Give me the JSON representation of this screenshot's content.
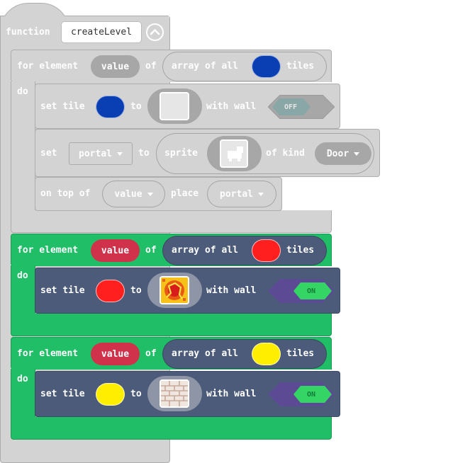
{
  "function_block": {
    "keyword": "function",
    "name": "createLevel",
    "collapse_icon": "chevron-up-icon"
  },
  "loops": [
    {
      "theme": "gray",
      "for_label": "for element",
      "var_label": "value",
      "of_label": "of",
      "array_label": "array of all",
      "tile_color": "#0a3fb4",
      "tiles_label": "tiles",
      "do_label": "do",
      "set_tile": {
        "label": "set tile",
        "chip_color": "#0a3fb4",
        "to_label": "to",
        "image": "blank-tile-icon",
        "wall_label": "with wall",
        "toggle": "OFF"
      },
      "set_sprite": {
        "label": "set",
        "var": "portal",
        "to_label": "to",
        "sprite_label": "sprite",
        "image": "portal-sprite-icon",
        "kind_label": "of kind",
        "kind": "Door"
      },
      "on_top": {
        "label": "on top of",
        "target": "value",
        "place_label": "place",
        "sprite": "portal"
      }
    },
    {
      "theme": "green",
      "for_label": "for element",
      "var_label": "value",
      "of_label": "of",
      "array_label": "array of all",
      "tile_color": "#ff1f1f",
      "tiles_label": "tiles",
      "do_label": "do",
      "set_tile": {
        "label": "set tile",
        "chip_color": "#ff1f1f",
        "to_label": "to",
        "image": "lava-tile-icon",
        "wall_label": "with wall",
        "toggle": "ON"
      }
    },
    {
      "theme": "green",
      "for_label": "for element",
      "var_label": "value",
      "of_label": "of",
      "array_label": "array of all",
      "tile_color": "#ffee00",
      "tiles_label": "tiles",
      "do_label": "do",
      "set_tile": {
        "label": "set tile",
        "chip_color": "#ffee00",
        "to_label": "to",
        "image": "brick-wall-tile-icon",
        "wall_label": "with wall",
        "toggle": "ON"
      }
    }
  ]
}
